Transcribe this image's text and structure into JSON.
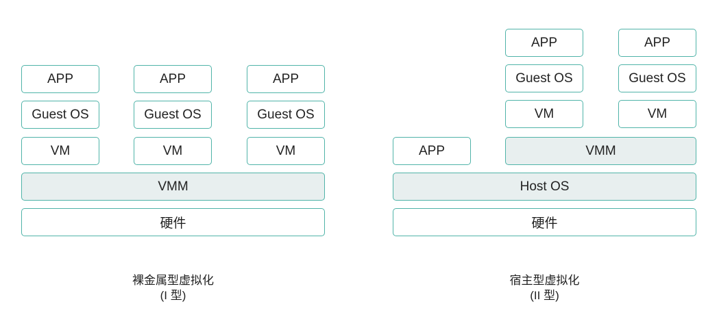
{
  "left": {
    "app": "APP",
    "guest_os": "Guest OS",
    "vm": "VM",
    "vmm": "VMM",
    "hardware": "硬件",
    "caption_title": "裸金属型虚拟化",
    "caption_sub": "(I 型)"
  },
  "right": {
    "app": "APP",
    "guest_os": "Guest OS",
    "vm": "VM",
    "host_app": "APP",
    "vmm": "VMM",
    "host_os": "Host OS",
    "hardware": "硬件",
    "caption_title": "宿主型虚拟化",
    "caption_sub": "(II 型)"
  },
  "colors": {
    "border": "#4fb3a8",
    "shaded_fill": "#e8efef"
  }
}
